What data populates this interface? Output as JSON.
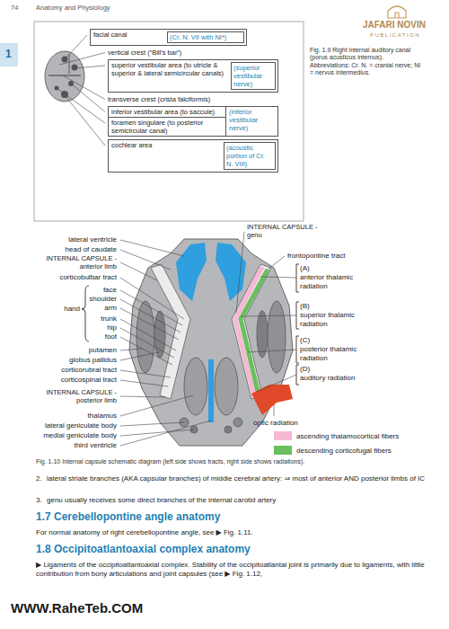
{
  "diagram": {
    "nodes": [
      {
        "text": [
          "facial canal"
        ]
      },
      {
        "text": [
          "(Cr. N. VII with NI*)"
        ],
        "in": 0
      },
      {
        "text": [
          "superior vestibular area (to utricle & superior & lateral semicircular canals)"
        ]
      },
      {
        "text": [
          "(superior vestibular nerve)"
        ],
        "in": 2
      },
      {
        "text": [
          "inferior vestibular area (to saccule)"
        ]
      },
      {
        "text": [
          "foramen singulare (to posterior semicircular canal)"
        ]
      },
      {
        "text": [
          "(inferior vestibular nerve)"
        ]
      },
      {
        "text": [
          "cochlear area"
        ]
      },
      {
        "text": [
          "(acoustic portion of Cr. N. VIII)"
        ],
        "in": 7
      }
    ],
    "labels": [
      "74",
      "Anatomy and Physiology",
      "1",
      "JAFARI NOVIN",
      "PUBLICATION",
      "vertical crest (“Bill’s bar”)",
      "transverse crest (crista falciformis)",
      "Fig. 1.9 Right internal auditory canal (porus acusticus internus). Abbreviations: Cr. N. = cranial nerve; NI = nervus intermedius.",
      "lateral ventricle",
      "head of caudate",
      "INTERNAL CAPSULE - anterior limb",
      "corticobulbar tract",
      "face",
      "shoulder",
      "arm",
      "hand",
      "trunk",
      "hip",
      "foot",
      "putamen",
      "globus pallidus",
      "corticorubral tract",
      "corticospinal tract",
      "INTERNAL CAPSULE - posterior limb",
      "thalamus",
      "lateral geniculate body",
      "medial geniculate body",
      "third ventricle",
      "INTERNAL CAPSULE - genu",
      "frontopontine tract",
      "(A)",
      "anterior thalamic radiation",
      "(B)",
      "superior thalamic radiation",
      "(C)",
      "posterior thalamic radiation",
      "(D)",
      "auditory radiation",
      "optic radiation",
      "Fig. 1.10 Internal capsule schematic diagram (left side shows tracts, right side shows radiations).",
      "2.",
      "lateral striate branches (AKA capsular branches) of middle cerebral artery: ⇒ most of anterior AND posterior limbs of IC",
      "3.",
      "genu usually receives some direct branches of the internal carotid artery",
      "1.7 Cerebellopontine angle anatomy",
      "For normal anatomy of right cerebellopontine angle, see ▶ Fig. 1.11.",
      "1.8 Occipitoatlantoaxial complex anatomy",
      "▶ Ligaments of the occipitoatlantoaxial complex. Stability of the occipitoatlantal joint is primarily due to ligaments, with little contribution from bony articulations and joint capsules (see ▶ Fig. 1.12,",
      "WWW.RaheTeb.COM"
    ],
    "legend": [
      {
        "text": "ascending thalamocortical fibers",
        "color": "#f6b8d2"
      },
      {
        "text": "descending corticofugal fibers",
        "color": "#6abf5e"
      }
    ]
  }
}
